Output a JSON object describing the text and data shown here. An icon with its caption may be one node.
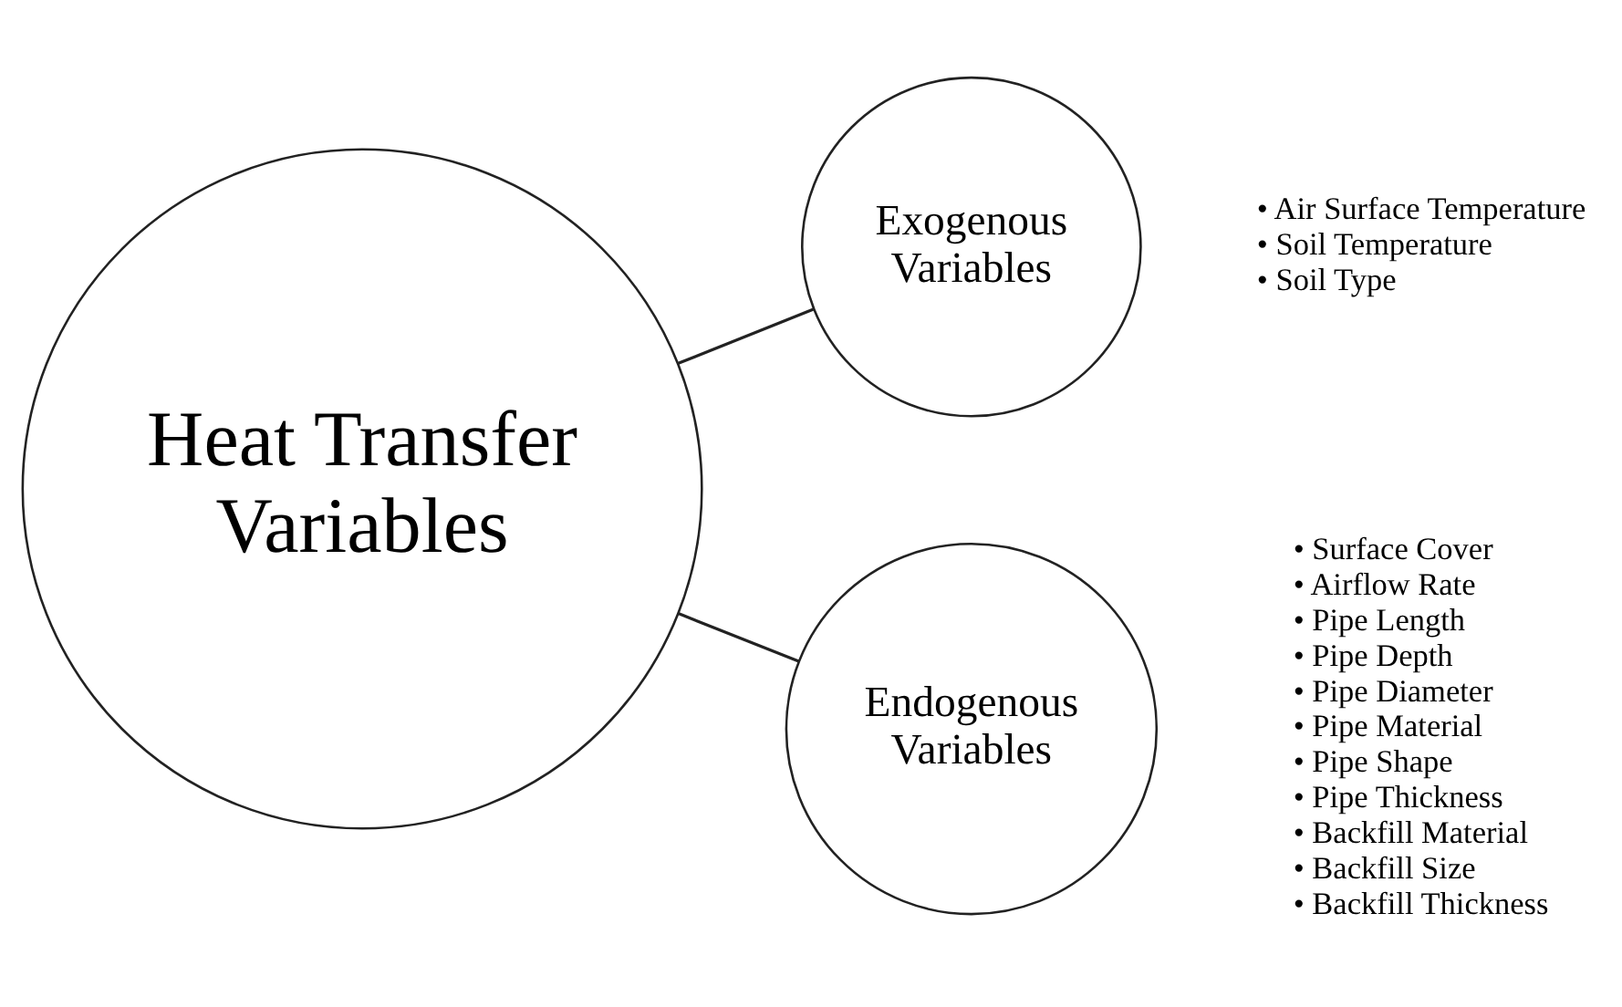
{
  "diagram": {
    "nodes": [
      {
        "text": [
          "Heat Transfer Variables"
        ]
      },
      {
        "text": [
          "Exogenous Variables"
        ],
        "beside": [
          "• Air Surface Temperature",
          "• Soil Temperature",
          "• Soil Type"
        ]
      },
      {
        "text": [
          "Endogenous Variables"
        ],
        "beside": [
          "• Surface Cover",
          "• Airflow Rate",
          "• Pipe Length",
          "• Pipe Depth",
          "• Pipe Diameter",
          "• Pipe Material",
          "• Pipe Shape",
          "• Pipe Thickness",
          "• Backfill Material",
          "• Backfill Size",
          "• Backfill Thickness"
        ]
      }
    ],
    "edges": [
      {
        "from": 0,
        "to": 1,
        "arrow": "none"
      },
      {
        "from": 0,
        "to": 2,
        "arrow": "none"
      }
    ]
  }
}
